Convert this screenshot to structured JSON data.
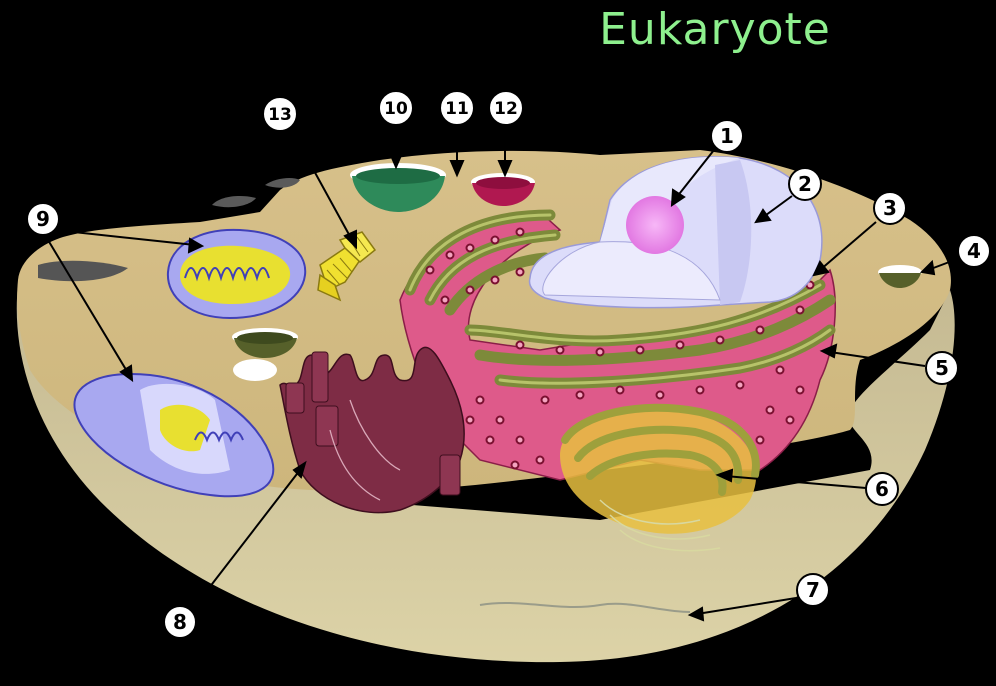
{
  "title": "Eukaryote",
  "labels": [
    "1",
    "2",
    "3",
    "4",
    "5",
    "6",
    "7",
    "8",
    "9",
    "10",
    "11",
    "12",
    "13"
  ],
  "colors": {
    "background": "#000000",
    "title": "#8EF08E",
    "cytoplasm": "#DCC488",
    "nucleus": "#D8D8F8",
    "nucleolus": "#EE88EE",
    "rough_er": "#DD5588",
    "ribosome": "#7A1030",
    "smooth_er": "#7E2C45",
    "golgi": "#E8C040",
    "mitochondrion": "#A8A8F0",
    "centrosome": "#F0E030",
    "vesicle_green": "#2E8A5A",
    "lysosome": "#B01850"
  }
}
